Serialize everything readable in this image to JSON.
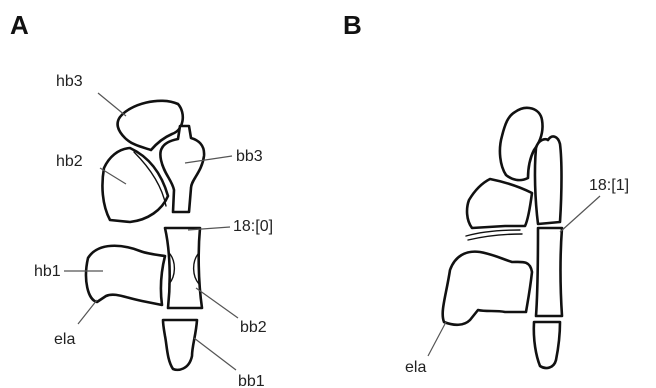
{
  "panels": {
    "a": {
      "letter": "A",
      "labels": {
        "hb3": "hb3",
        "hb2": "hb2",
        "hb1": "hb1",
        "ela": "ela",
        "bb3": "bb3",
        "joint": "18:[0]",
        "bb2": "bb2",
        "bb1": "bb1"
      }
    },
    "b": {
      "letter": "B",
      "labels": {
        "joint": "18:[1]",
        "ela": "ela"
      }
    }
  },
  "colors": {
    "outline": "#111111",
    "leader": "#555555",
    "background": "#ffffff"
  }
}
